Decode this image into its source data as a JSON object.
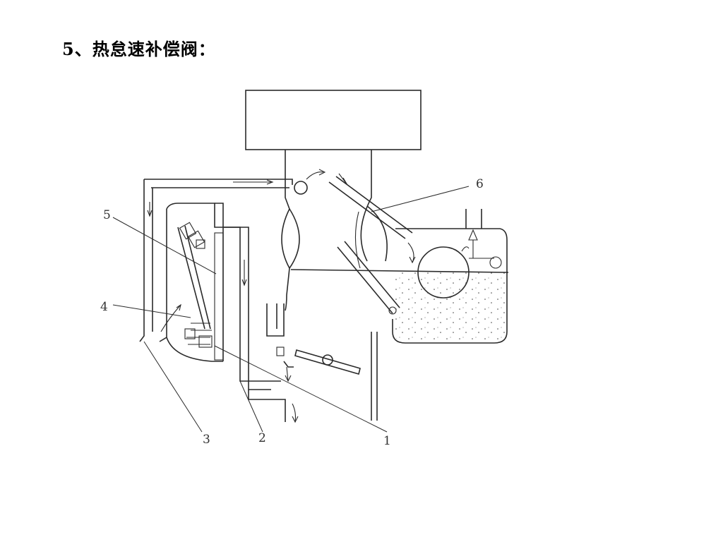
{
  "slide": {
    "title": "5、热怠速补偿阀："
  },
  "diagram": {
    "callouts": [
      "1",
      "2",
      "3",
      "4",
      "5",
      "6"
    ]
  }
}
